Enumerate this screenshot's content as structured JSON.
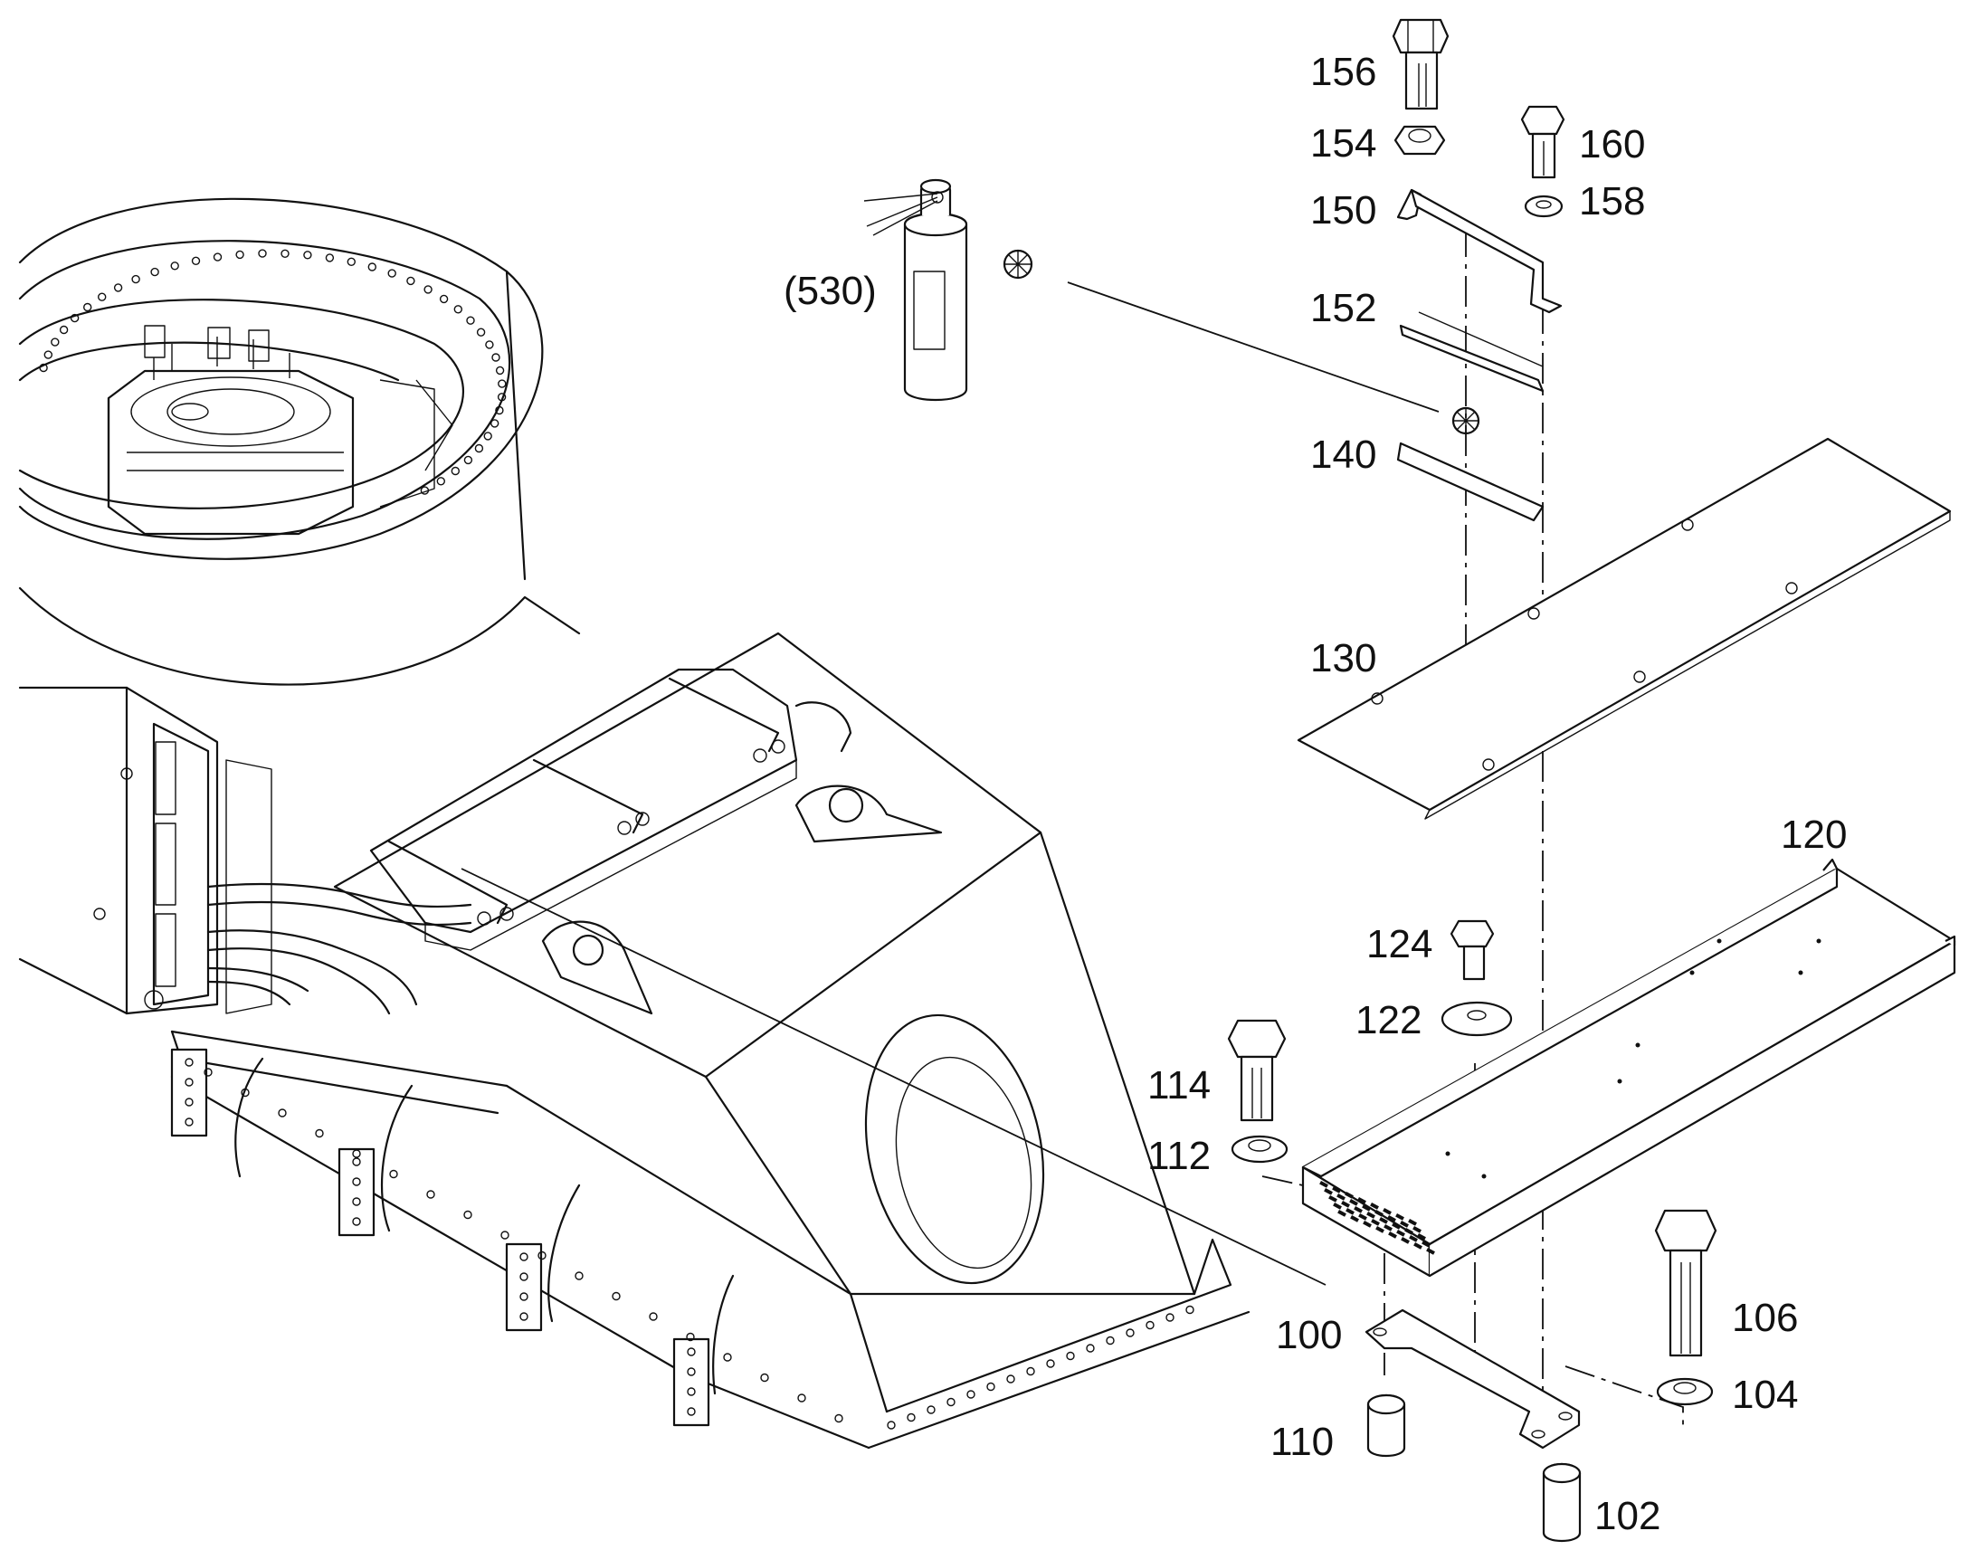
{
  "callouts": {
    "c156": "156",
    "c154": "154",
    "c160": "160",
    "c150": "150",
    "c158": "158",
    "c530": "(530)",
    "c152": "152",
    "c140": "140",
    "c130": "130",
    "c120": "120",
    "c124": "124",
    "c122": "122",
    "c114": "114",
    "c112": "112",
    "c106": "106",
    "c100": "100",
    "c104": "104",
    "c110": "110",
    "c102": "102"
  },
  "symbols": {
    "adhesive_marker": "⊗ cross-in-circle"
  }
}
